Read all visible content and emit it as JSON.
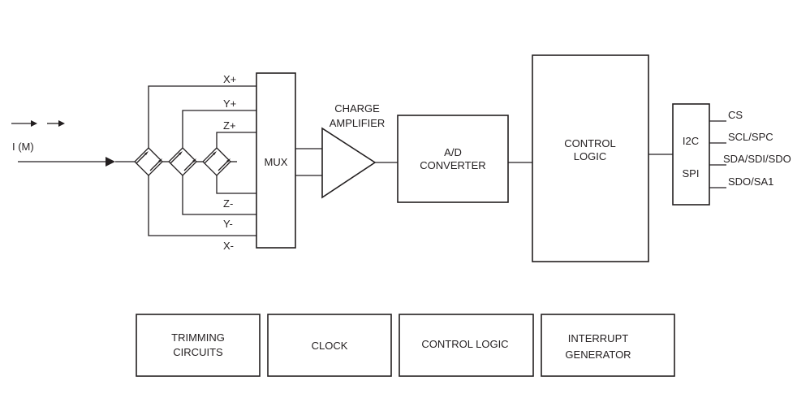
{
  "input": {
    "label": "I (M)"
  },
  "mux": {
    "label": "MUX",
    "pins": [
      "X+",
      "Y+",
      "Z+",
      "Z-",
      "Y-",
      "X-"
    ]
  },
  "amplifier": {
    "line1": "CHARGE",
    "line2": "AMPLIFIER"
  },
  "adc": {
    "line1": "A/D",
    "line2": "CONVERTER"
  },
  "control": {
    "line1": "CONTROL",
    "line2": "LOGIC"
  },
  "interface": {
    "i2c": "I2C",
    "spi": "SPI",
    "signals": [
      "CS",
      "SCL/SPC",
      "SDA/SDI/SDO",
      "SDO/SA1"
    ]
  },
  "bottom_blocks": {
    "trimming": {
      "line1": "TRIMMING",
      "line2": "CIRCUITS"
    },
    "clock": {
      "line1": "CLOCK"
    },
    "control_logic": {
      "line1": "CONTROL LOGIC"
    },
    "interrupt": {
      "line1": "INTERRUPT",
      "line2": "GENERATOR"
    }
  }
}
